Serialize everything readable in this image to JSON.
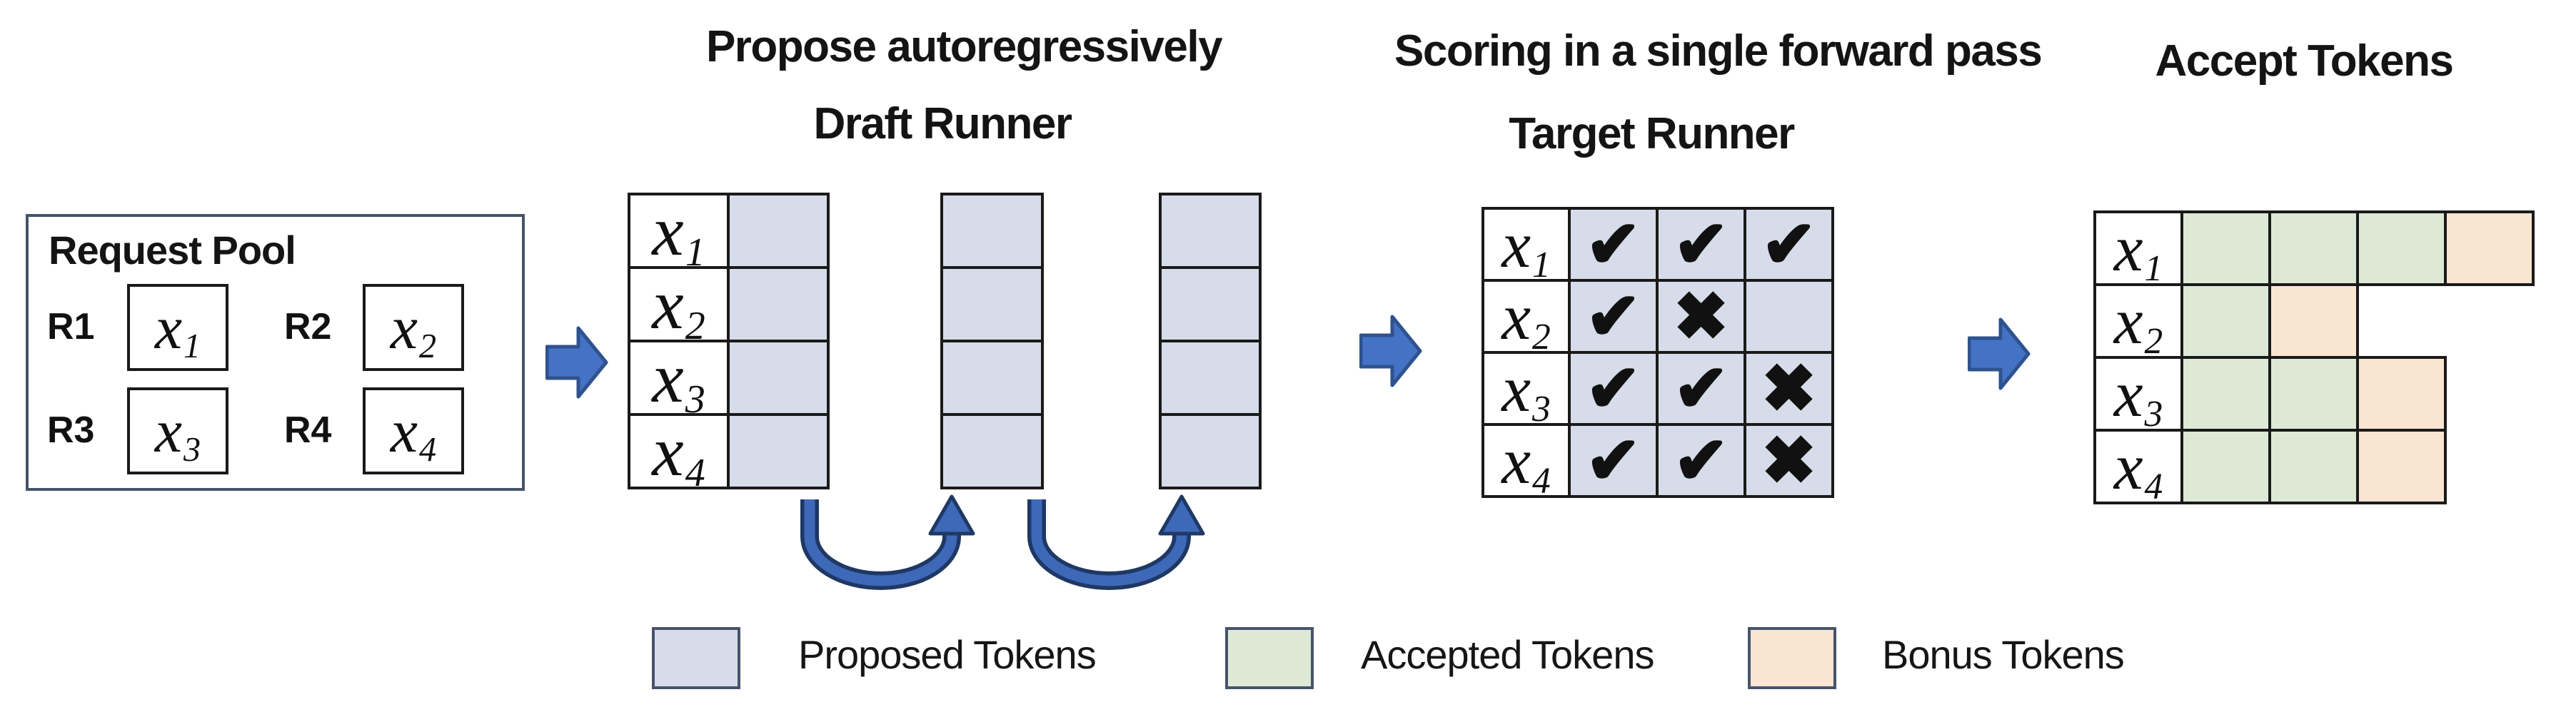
{
  "titles": {
    "propose": "Propose autoregressively",
    "draft_runner": "Draft Runner",
    "scoring": "Scoring in a single forward pass",
    "target_runner": "Target Runner",
    "accept": "Accept Tokens"
  },
  "request_pool": {
    "title": "Request Pool",
    "requests": [
      {
        "id": "R1",
        "token": "x",
        "sub": "1"
      },
      {
        "id": "R2",
        "token": "x",
        "sub": "2"
      },
      {
        "id": "R3",
        "token": "x",
        "sub": "3"
      },
      {
        "id": "R4",
        "token": "x",
        "sub": "4"
      }
    ]
  },
  "draft": {
    "rows": [
      {
        "label": "x",
        "sub": "1"
      },
      {
        "label": "x",
        "sub": "2"
      },
      {
        "label": "x",
        "sub": "3"
      },
      {
        "label": "x",
        "sub": "4"
      }
    ],
    "extra_columns": 2
  },
  "target": {
    "rows": [
      {
        "label": "x",
        "sub": "1",
        "marks": [
          "check",
          "check",
          "check"
        ]
      },
      {
        "label": "x",
        "sub": "2",
        "marks": [
          "check",
          "cross",
          "blank"
        ]
      },
      {
        "label": "x",
        "sub": "3",
        "marks": [
          "check",
          "check",
          "cross"
        ]
      },
      {
        "label": "x",
        "sub": "4",
        "marks": [
          "check",
          "check",
          "cross"
        ]
      }
    ]
  },
  "accept": {
    "rows": [
      {
        "label": "x",
        "sub": "1",
        "cells": [
          "accepted",
          "accepted",
          "accepted",
          "bonus"
        ]
      },
      {
        "label": "x",
        "sub": "2",
        "cells": [
          "accepted",
          "bonus"
        ]
      },
      {
        "label": "x",
        "sub": "3",
        "cells": [
          "accepted",
          "accepted",
          "bonus"
        ]
      },
      {
        "label": "x",
        "sub": "4",
        "cells": [
          "accepted",
          "accepted",
          "bonus"
        ]
      }
    ]
  },
  "legend": [
    {
      "label": "Proposed Tokens",
      "color": "#d6dce9"
    },
    {
      "label": "Accepted Tokens",
      "color": "#dde9d5"
    },
    {
      "label": "Bonus Tokens",
      "color": "#fae5d2"
    }
  ],
  "marks": {
    "check": "✔",
    "cross": "✖"
  },
  "colors": {
    "proposed_fill": "#d6dce9",
    "accepted_fill": "#dde9d5",
    "bonus_fill": "#fae5d2",
    "grid_border": "#1a1a1a",
    "pool_border": "#44546a",
    "block_arrow_fill": "#4472c4",
    "block_arrow_border": "#2f528f",
    "loop_arrow_fill": "#3e68b8",
    "loop_arrow_outline": "#1f3864"
  }
}
